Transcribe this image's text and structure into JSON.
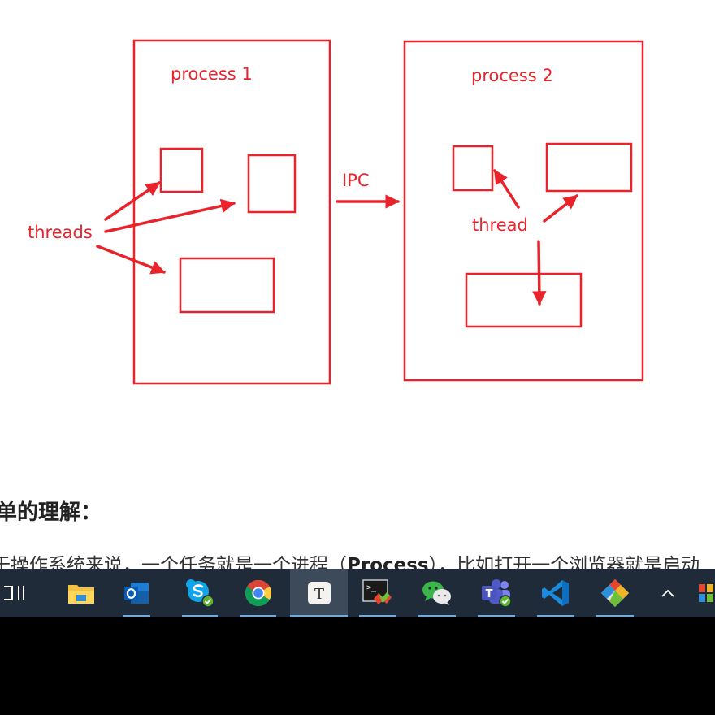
{
  "diagram": {
    "process1_label": "process 1",
    "process2_label": "process 2",
    "ipc_label": "IPC",
    "threads_label": "threads",
    "thread_label": "thread",
    "stroke_color": "#e8232c"
  },
  "article": {
    "heading": "单的理解：",
    "para_prefix": "于操作系统来说，一个任务就是一个进程（",
    "para_bold": "Process",
    "para_suffix": "），比如打开一个浏览器就是启动"
  },
  "taskbar": {
    "background": "#1f2b38",
    "items": [
      {
        "name": "task-view-icon"
      },
      {
        "name": "file-explorer-icon"
      },
      {
        "name": "outlook-icon"
      },
      {
        "name": "skype-icon"
      },
      {
        "name": "chrome-icon"
      },
      {
        "name": "typora-icon",
        "letter": "T"
      },
      {
        "name": "terminal-icon",
        "prompt": ">_"
      },
      {
        "name": "wechat-icon"
      },
      {
        "name": "teams-icon",
        "letter": "T"
      },
      {
        "name": "vscode-icon"
      },
      {
        "name": "git-icon"
      },
      {
        "name": "tray-overflow-icon"
      },
      {
        "name": "tray-app-icon"
      }
    ]
  }
}
